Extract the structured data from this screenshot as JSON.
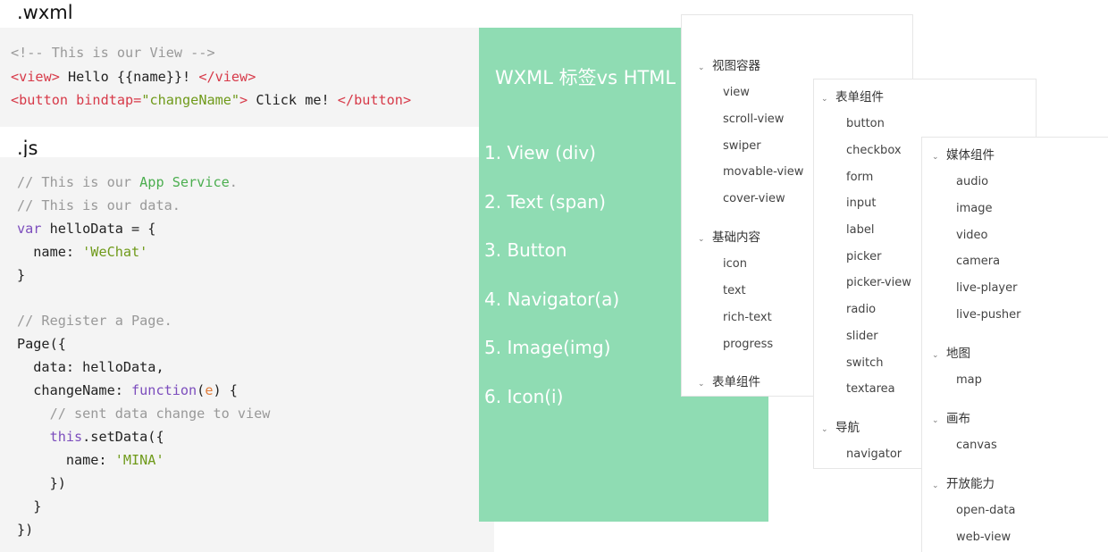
{
  "wxml": {
    "label": ".wxml",
    "lines": [
      [
        {
          "t": "<!-- This is our View -->",
          "c": "c-comment"
        }
      ],
      [
        {
          "t": "<view>",
          "c": "c-tag"
        },
        {
          "t": " Hello {{name}}! ",
          "c": "c-plain"
        },
        {
          "t": "</view>",
          "c": "c-tag"
        }
      ],
      [
        {
          "t": "<button bindtap=",
          "c": "c-attr"
        },
        {
          "t": "\"changeName\"",
          "c": "c-str"
        },
        {
          "t": ">",
          "c": "c-tag"
        },
        {
          "t": " Click me! ",
          "c": "c-plain"
        },
        {
          "t": "</button>",
          "c": "c-tag"
        }
      ]
    ]
  },
  "js": {
    "label": ".js",
    "lines": [
      [
        {
          "t": "// This is our ",
          "c": "c-comment"
        },
        {
          "t": "App Service",
          "c": "c-green"
        },
        {
          "t": ".",
          "c": "c-comment"
        }
      ],
      [
        {
          "t": "// This is our data.",
          "c": "c-comment"
        }
      ],
      [
        {
          "t": "var",
          "c": "c-kw"
        },
        {
          "t": " helloData = {",
          "c": "c-plain"
        }
      ],
      [
        {
          "t": "  name: ",
          "c": "c-plain"
        },
        {
          "t": "'WeChat'",
          "c": "c-str"
        }
      ],
      [
        {
          "t": "}",
          "c": "c-plain"
        }
      ],
      [
        {
          "t": "",
          "c": "c-plain"
        }
      ],
      [
        {
          "t": "// Register a Page.",
          "c": "c-comment"
        }
      ],
      [
        {
          "t": "Page({",
          "c": "c-plain"
        }
      ],
      [
        {
          "t": "  data: helloData,",
          "c": "c-plain"
        }
      ],
      [
        {
          "t": "  changeName: ",
          "c": "c-plain"
        },
        {
          "t": "function",
          "c": "c-kw"
        },
        {
          "t": "(",
          "c": "c-plain"
        },
        {
          "t": "e",
          "c": "c-param"
        },
        {
          "t": ") {",
          "c": "c-plain"
        }
      ],
      [
        {
          "t": "    // sent data change to view",
          "c": "c-comment"
        }
      ],
      [
        {
          "t": "    ",
          "c": "c-plain"
        },
        {
          "t": "this",
          "c": "c-kw"
        },
        {
          "t": ".setData({",
          "c": "c-plain"
        }
      ],
      [
        {
          "t": "      name: ",
          "c": "c-plain"
        },
        {
          "t": "'MINA'",
          "c": "c-str"
        }
      ],
      [
        {
          "t": "    })",
          "c": "c-plain"
        }
      ],
      [
        {
          "t": "  }",
          "c": "c-plain"
        }
      ],
      [
        {
          "t": "})",
          "c": "c-plain"
        }
      ]
    ]
  },
  "panel": {
    "title": "WXML 标签vs HTML",
    "items": [
      "1. View (div)",
      "2. Text (span)",
      "3. Button",
      "4. Navigator(a)",
      "5. Image(img)",
      "6. Icon(i)"
    ]
  },
  "tree1": {
    "group1": {
      "title": "视图容器",
      "items": [
        "view",
        "scroll-view",
        "swiper",
        "movable-view",
        "cover-view"
      ]
    },
    "group2": {
      "title": "基础内容",
      "items": [
        "icon",
        "text",
        "rich-text",
        "progress"
      ]
    },
    "group3": {
      "title": "表单组件"
    }
  },
  "tree2": {
    "group1": {
      "title": "表单组件",
      "items": [
        "button",
        "checkbox",
        "form",
        "input",
        "label",
        "picker",
        "picker-view",
        "radio",
        "slider",
        "switch",
        "textarea"
      ]
    },
    "group2": {
      "title": "导航",
      "items": [
        "navigator"
      ]
    }
  },
  "tree3": {
    "group1": {
      "title": "媒体组件",
      "items": [
        "audio",
        "image",
        "video",
        "camera",
        "live-player",
        "live-pusher"
      ]
    },
    "group2": {
      "title": "地图",
      "items": [
        "map"
      ]
    },
    "group3": {
      "title": "画布",
      "items": [
        "canvas"
      ]
    },
    "group4": {
      "title": "开放能力",
      "items": [
        "open-data",
        "web-view"
      ]
    }
  },
  "icons": {
    "chevron": "chevron-down-icon",
    "chevron_glyph": "⌄"
  }
}
